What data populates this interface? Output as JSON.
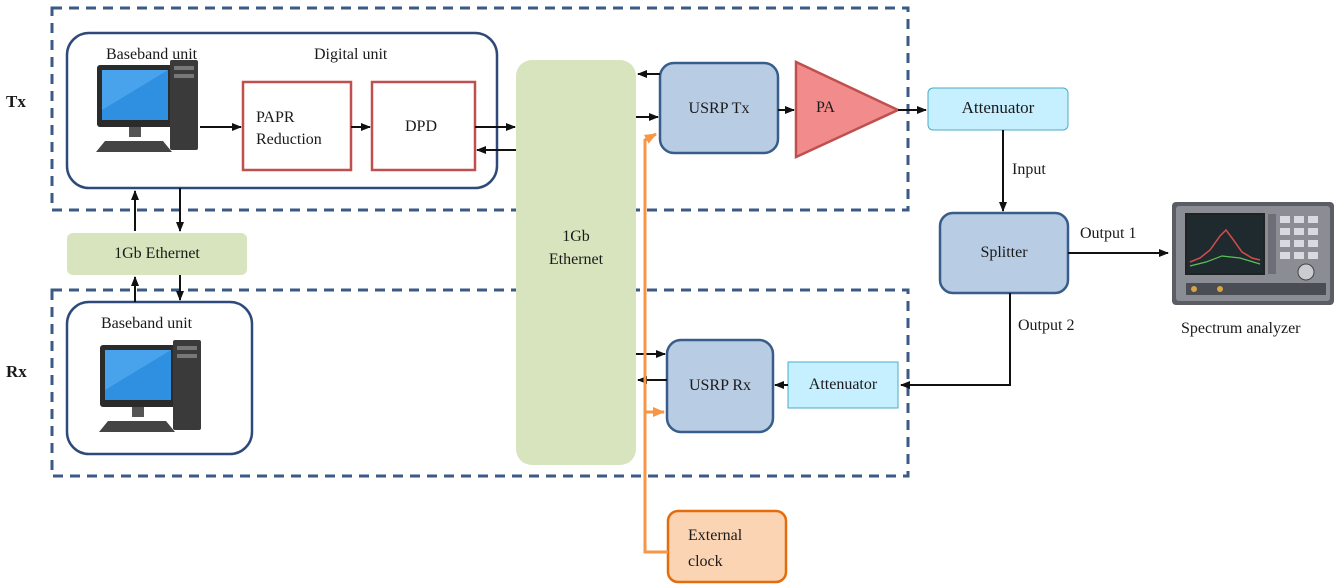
{
  "labels": {
    "tx": "Tx",
    "rx": "Rx",
    "baseband_unit_tx": "Baseband unit",
    "digital_unit": "Digital  unit",
    "papr_line1": "PAPR",
    "papr_line2": "Reduction",
    "dpd": "DPD",
    "ethernet_small": "1Gb Ethernet",
    "baseband_unit_rx": "Baseband unit",
    "ethernet_big_line1": "1Gb",
    "ethernet_big_line2": "Ethernet",
    "usrp_tx": "USRP Tx",
    "usrp_rx": "USRP Rx",
    "pa": "PA",
    "attenuator_tx": "Attenuator",
    "attenuator_rx": "Attenuator",
    "input": "Input",
    "splitter": "Splitter",
    "output1": "Output 1",
    "output2": "Output 2",
    "spectrum_analyzer": "Spectrum analyzer",
    "ext_clock_line1": "External",
    "ext_clock_line2": "clock"
  },
  "colors": {
    "dashed_border": "#3b5a85",
    "baseband_border": "#2f4a7a",
    "digital_block_border": "#c0504d",
    "ethernet_fill": "#d7e4bd",
    "usrp_fill": "#b8cce4",
    "usrp_border": "#385d8a",
    "pa_fill": "#f28c8c",
    "pa_border": "#c0504d",
    "attenuator_fill": "#c6efff",
    "clock_fill": "#fbd4b4",
    "clock_border": "#e46c0a",
    "clock_line": "#f79646"
  }
}
